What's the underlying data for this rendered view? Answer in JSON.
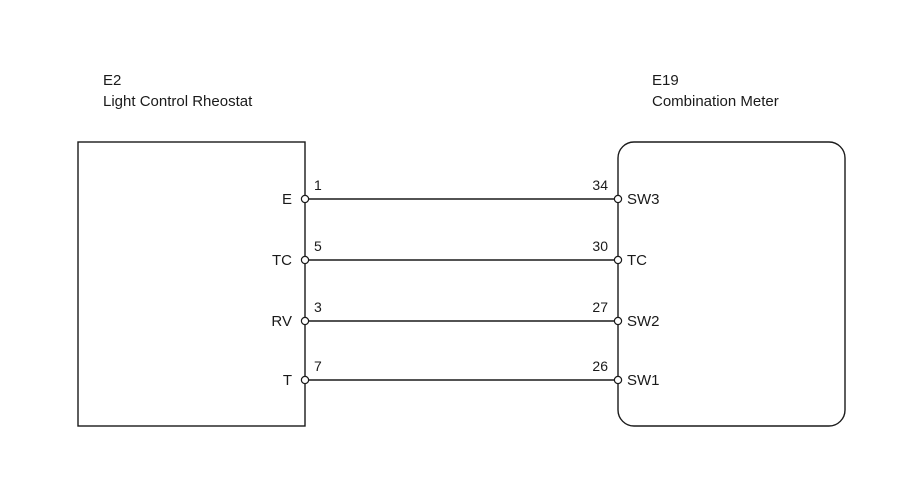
{
  "left_connector": {
    "code": "E2",
    "name": "Light Control Rheostat",
    "terminals": [
      "E",
      "TC",
      "RV",
      "T"
    ],
    "pins": [
      "1",
      "5",
      "3",
      "7"
    ]
  },
  "right_connector": {
    "code": "E19",
    "name": "Combination Meter",
    "terminals": [
      "SW3",
      "TC",
      "SW2",
      "SW1"
    ],
    "pins": [
      "34",
      "30",
      "27",
      "26"
    ]
  }
}
